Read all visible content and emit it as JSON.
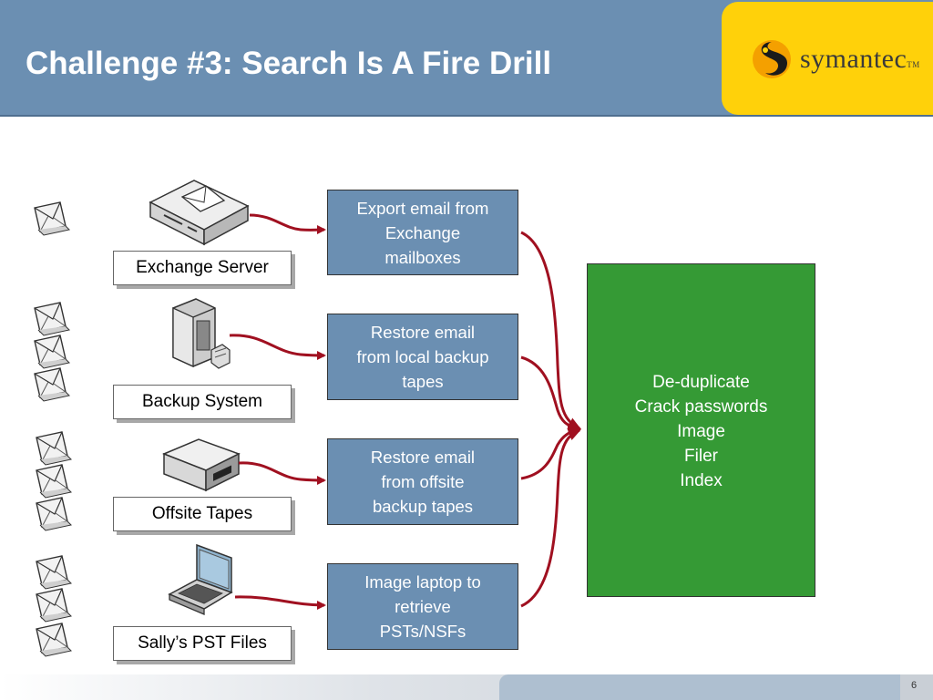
{
  "slide": {
    "title": "Challenge #3: Search Is A Fire Drill",
    "page_number": "6"
  },
  "logo": {
    "text": "symantec",
    "tm": "TM"
  },
  "sources": [
    {
      "label": "Exchange Server",
      "icon": "server-appliance-icon",
      "envelopes": 1
    },
    {
      "label": "Backup System",
      "icon": "tower-server-icon",
      "envelopes": 3
    },
    {
      "label": "Offsite Tapes",
      "icon": "tape-drive-icon",
      "envelopes": 3
    },
    {
      "label": "Sally’s PST  Files",
      "icon": "laptop-icon",
      "envelopes": 3
    }
  ],
  "steps": [
    {
      "lines": [
        "Export email from",
        "Exchange",
        "mailboxes"
      ]
    },
    {
      "lines": [
        "Restore email",
        "from local backup",
        "tapes"
      ]
    },
    {
      "lines": [
        "Restore email",
        "from offsite",
        "backup tapes"
      ]
    },
    {
      "lines": [
        "Image laptop to",
        "retrieve",
        "PSTs/NSFs"
      ]
    }
  ],
  "result": {
    "lines": [
      "De-duplicate",
      "Crack passwords",
      "Image",
      "Filer",
      "Index"
    ]
  },
  "colors": {
    "header": "#6b8fb2",
    "logo_bg": "#ffd10a",
    "step_bg": "#6b8fb2",
    "result_bg": "#359a35",
    "arrow": "#a01020"
  }
}
